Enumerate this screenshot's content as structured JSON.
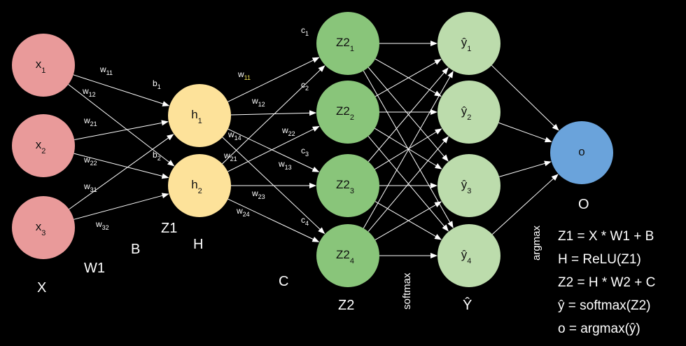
{
  "colors": {
    "background": "#000000",
    "edge": "#ffffff",
    "input": "#e99a9a",
    "hidden": "#fde29a",
    "z2": "#89c57a",
    "yhat": "#bcdcac",
    "output": "#6aa3db"
  },
  "nodes": {
    "x1": {
      "main": "x",
      "sub": "1"
    },
    "x2": {
      "main": "x",
      "sub": "2"
    },
    "x3": {
      "main": "x",
      "sub": "3"
    },
    "h1": {
      "main": "h",
      "sub": "1"
    },
    "h2": {
      "main": "h",
      "sub": "2"
    },
    "z21": {
      "main": "Z2",
      "sub": "1"
    },
    "z22": {
      "main": "Z2",
      "sub": "2"
    },
    "z23": {
      "main": "Z2",
      "sub": "3"
    },
    "z24": {
      "main": "Z2",
      "sub": "4"
    },
    "y1": {
      "main": "ŷ",
      "sub": "1"
    },
    "y2": {
      "main": "ŷ",
      "sub": "2"
    },
    "y3": {
      "main": "ŷ",
      "sub": "3"
    },
    "y4": {
      "main": "ŷ",
      "sub": "4"
    },
    "o": {
      "main": "o"
    }
  },
  "weights1": {
    "w11": {
      "main": "w",
      "sub": "11"
    },
    "w12": {
      "main": "w",
      "sub": "12"
    },
    "w21": {
      "main": "w",
      "sub": "21"
    },
    "w22": {
      "main": "w",
      "sub": "22"
    },
    "w31": {
      "main": "w",
      "sub": "31"
    },
    "w32": {
      "main": "w",
      "sub": "32"
    }
  },
  "biases1": {
    "b1": {
      "main": "b",
      "sub": "1"
    },
    "b2": {
      "main": "b",
      "sub": "2"
    }
  },
  "weights2": {
    "w11": {
      "main": "w",
      "sub": "11"
    },
    "w12": {
      "main": "w",
      "sub": "12"
    },
    "w14": {
      "main": "w",
      "sub": "14"
    },
    "w22": {
      "main": "w",
      "sub": "22"
    },
    "w21": {
      "main": "w",
      "sub": "21"
    },
    "w13": {
      "main": "w",
      "sub": "13"
    },
    "w23": {
      "main": "w",
      "sub": "23"
    },
    "w24": {
      "main": "w",
      "sub": "24"
    }
  },
  "biases2": {
    "c1": {
      "main": "c",
      "sub": "1"
    },
    "c2": {
      "main": "c",
      "sub": "2"
    },
    "c3": {
      "main": "c",
      "sub": "3"
    },
    "c4": {
      "main": "c",
      "sub": "4"
    }
  },
  "labels": {
    "X": "X",
    "W1": "W1",
    "B": "B",
    "Z1": "Z1",
    "H": "H",
    "C": "C",
    "Z2": "Z2",
    "softmax": "softmax",
    "Yhat": "Ŷ",
    "argmax": "argmax",
    "O": "O"
  },
  "equations": [
    "Z1 = X * W1 + B",
    "H = ReLU(Z1)",
    "Z2 = H * W2 + C",
    "ŷ = softmax(Z2)",
    "o = argmax(ŷ)"
  ]
}
